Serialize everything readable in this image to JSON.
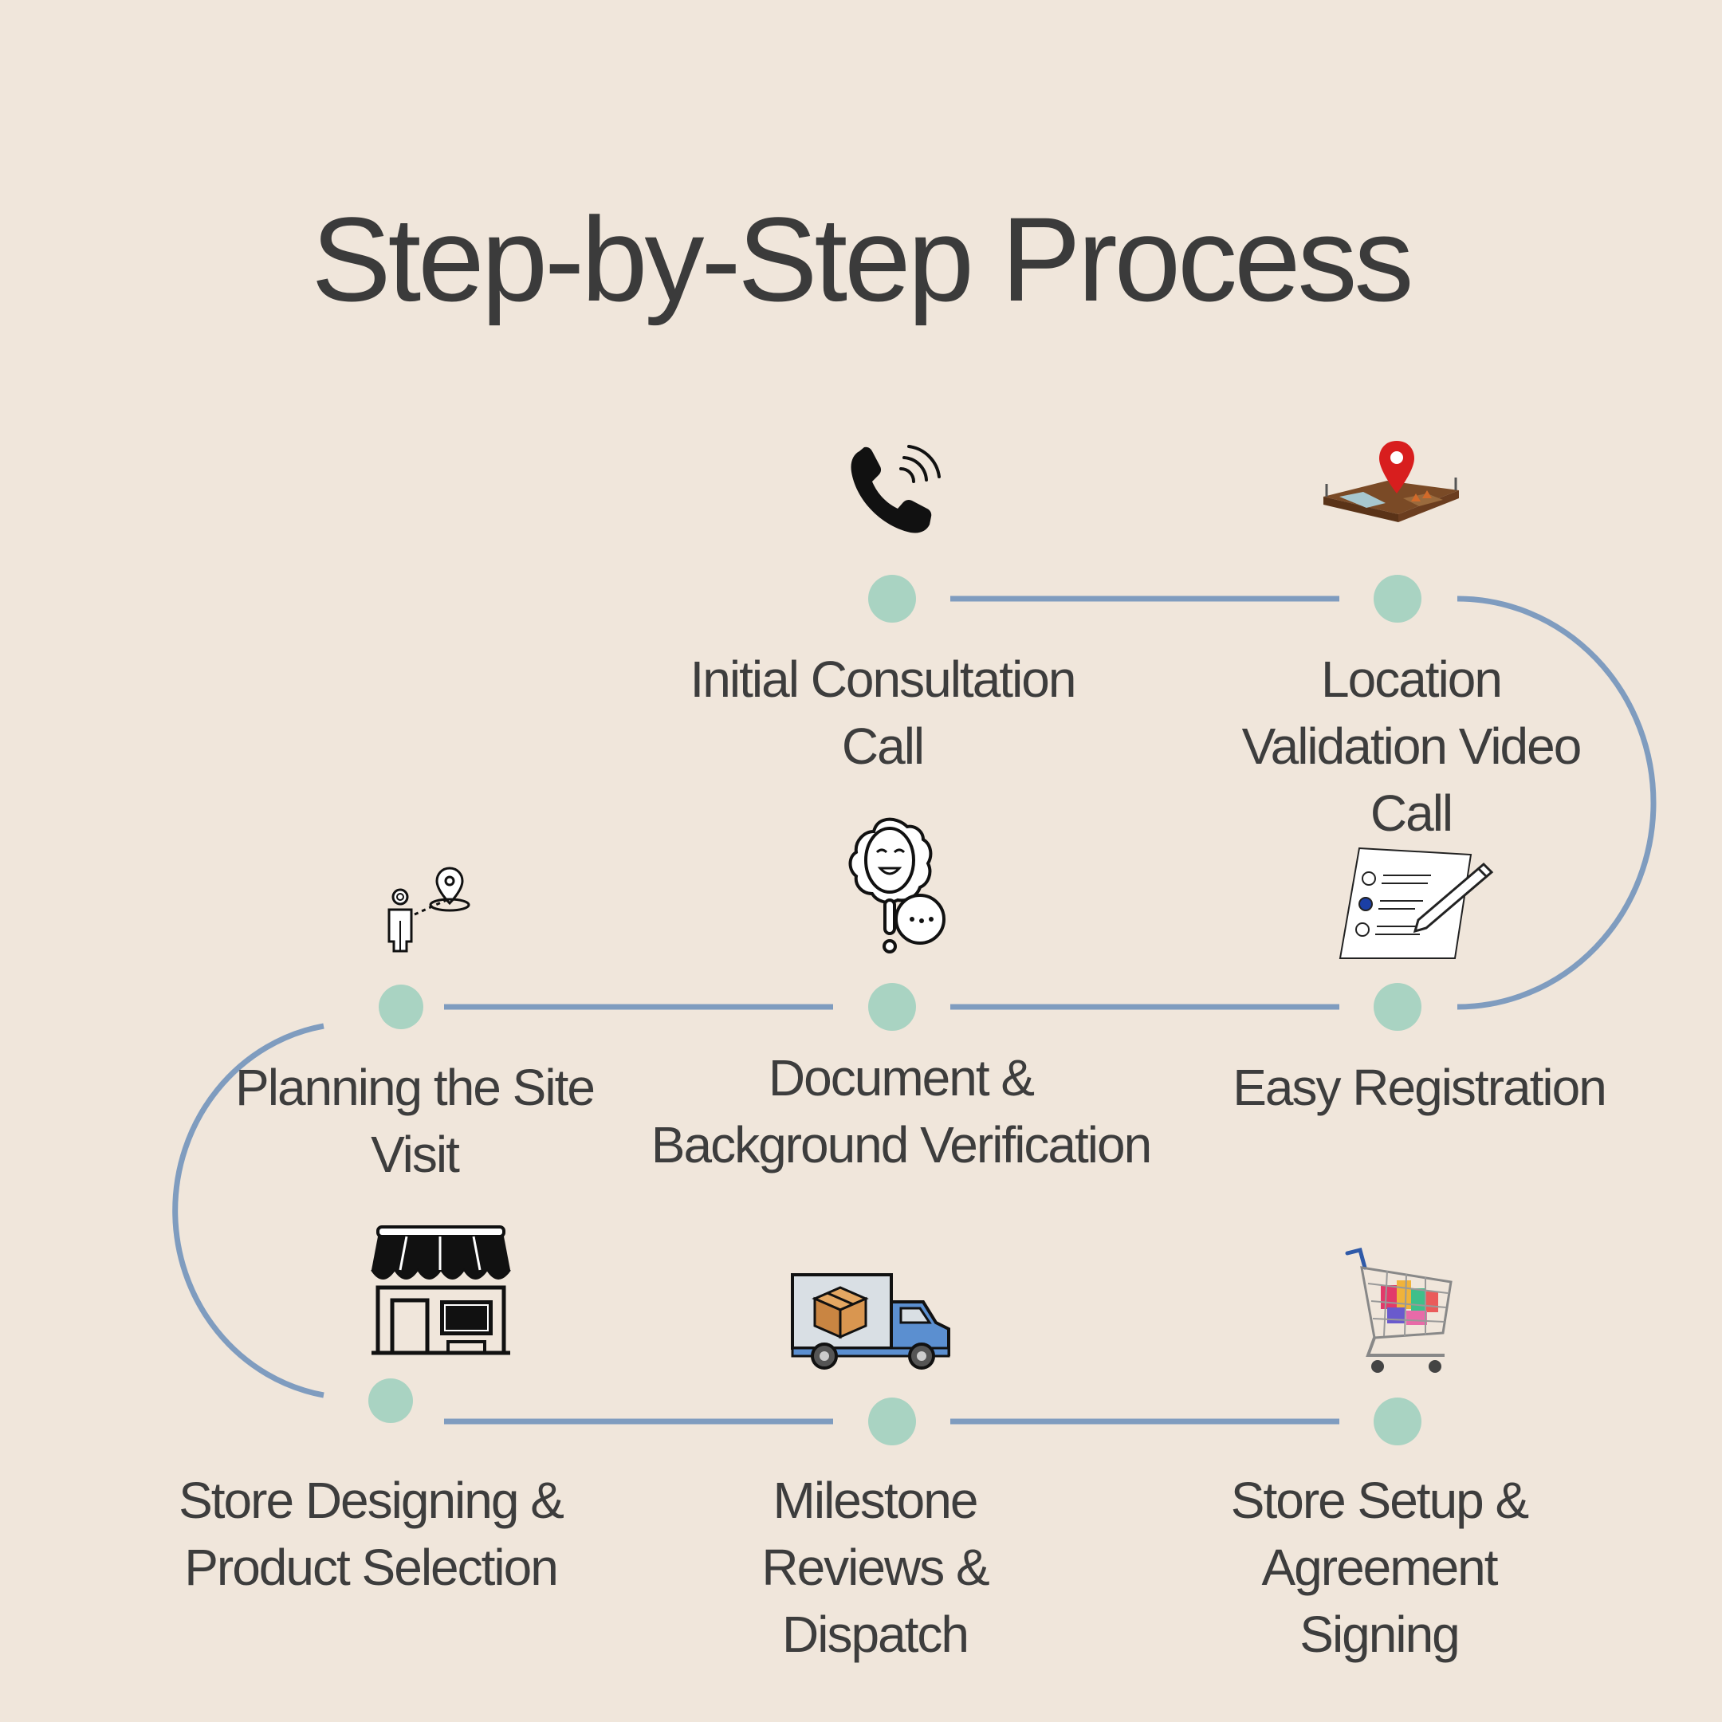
{
  "title": "Step-by-Step Process",
  "steps": [
    {
      "label": "Initial Consultation Call",
      "icon": "phone-icon"
    },
    {
      "label": "Location Validation Video Call",
      "icon": "location-map-icon"
    },
    {
      "label": "Easy Registration",
      "icon": "registration-form-icon"
    },
    {
      "label": "Document & Background Verification",
      "icon": "verification-icon"
    },
    {
      "label": "Planning the Site Visit",
      "icon": "site-visit-icon"
    },
    {
      "label": "Store Designing & Product Selection",
      "icon": "storefront-icon"
    },
    {
      "label": "Milestone Reviews & Dispatch",
      "icon": "delivery-truck-icon"
    },
    {
      "label": "Store Setup & Agreement Signing",
      "icon": "shopping-cart-icon"
    }
  ],
  "colors": {
    "background": "#f0e6db",
    "connector": "#7f9cbf",
    "node": "#a9d3c2",
    "text": "#3d3d3d"
  }
}
